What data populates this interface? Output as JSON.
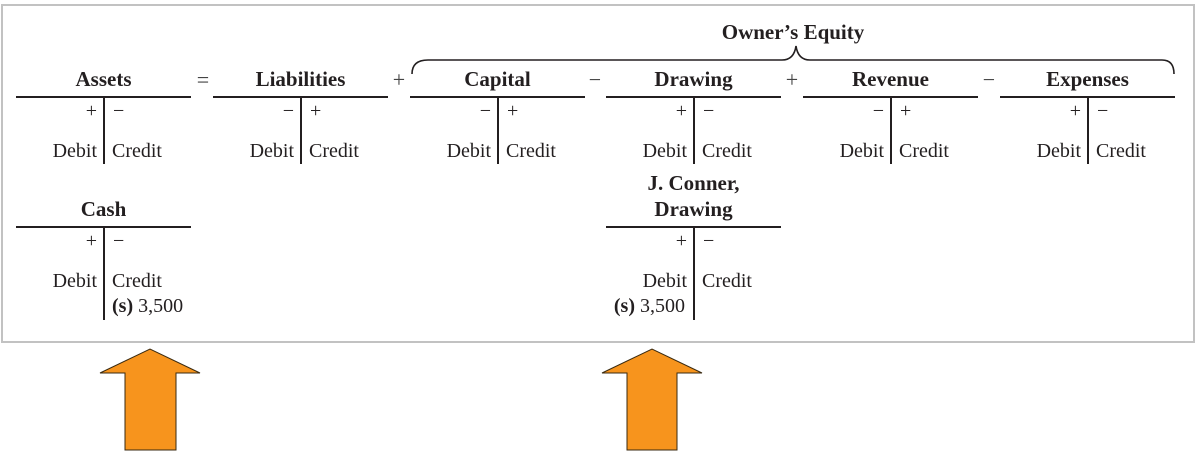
{
  "equation": {
    "owners_equity_label": "Owner’s Equity",
    "accounts": [
      {
        "title": "Assets",
        "left_sign": "+",
        "right_sign": "−",
        "debit": "Debit",
        "credit": "Credit"
      },
      {
        "title": "Liabilities",
        "left_sign": "−",
        "right_sign": "+",
        "debit": "Debit",
        "credit": "Credit"
      },
      {
        "title": "Capital",
        "left_sign": "−",
        "right_sign": "+",
        "debit": "Debit",
        "credit": "Credit"
      },
      {
        "title": "Drawing",
        "left_sign": "+",
        "right_sign": "−",
        "debit": "Debit",
        "credit": "Credit"
      },
      {
        "title": "Revenue",
        "left_sign": "−",
        "right_sign": "+",
        "debit": "Debit",
        "credit": "Credit"
      },
      {
        "title": "Expenses",
        "left_sign": "+",
        "right_sign": "−",
        "debit": "Debit",
        "credit": "Credit"
      }
    ],
    "operators": [
      "=",
      "+",
      "−",
      "+",
      "−"
    ]
  },
  "t_accounts": [
    {
      "title_line1": "Cash",
      "title_line2": "",
      "left_sign": "+",
      "right_sign": "−",
      "debit": "Debit",
      "credit": "Credit",
      "entry_tag": "(s)",
      "entry_amount": "3,500",
      "entry_side": "credit"
    },
    {
      "title_line1": "J. Conner,",
      "title_line2": "Drawing",
      "left_sign": "+",
      "right_sign": "−",
      "debit": "Debit",
      "credit": "Credit",
      "entry_tag": "(s)",
      "entry_amount": "3,500",
      "entry_side": "debit"
    }
  ],
  "arrow_color": "#f7941d",
  "arrow_outline": "#3a2a10"
}
